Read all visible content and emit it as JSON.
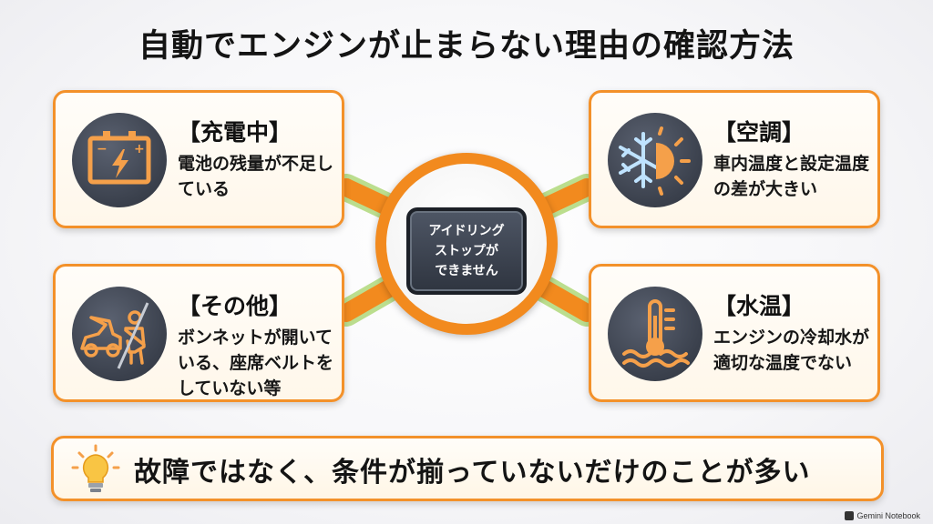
{
  "title": "自動でエンジンが止まらない理由の確認方法",
  "center": {
    "label": "アイドリング\nストップが\nできません"
  },
  "cards": {
    "charging": {
      "heading": "【充電中】",
      "body": "電池の残量が不足している",
      "icon": "battery-icon"
    },
    "aircon": {
      "heading": "【空調】",
      "body": "車内温度と設定温度の差が大きい",
      "icon": "snow-sun-icon"
    },
    "other": {
      "heading": "【その他】",
      "body": "ボンネットが開いている、座席ベルトをしていない等",
      "icon": "hood-seatbelt-icon"
    },
    "water": {
      "heading": "【水温】",
      "body": "エンジンの冷却水が適切な温度でない",
      "icon": "coolant-temperature-icon"
    }
  },
  "banner": {
    "text": "故障ではなく、条件が揃っていないだけのことが多い",
    "icon": "lightbulb-icon"
  },
  "footer": {
    "text": "Gemini Notebook"
  },
  "colors": {
    "accent": "#f28a1e",
    "connector_glow": "#8bc34a",
    "icon_bg": "#3a404c",
    "icon_fg": "#f5a04a"
  }
}
